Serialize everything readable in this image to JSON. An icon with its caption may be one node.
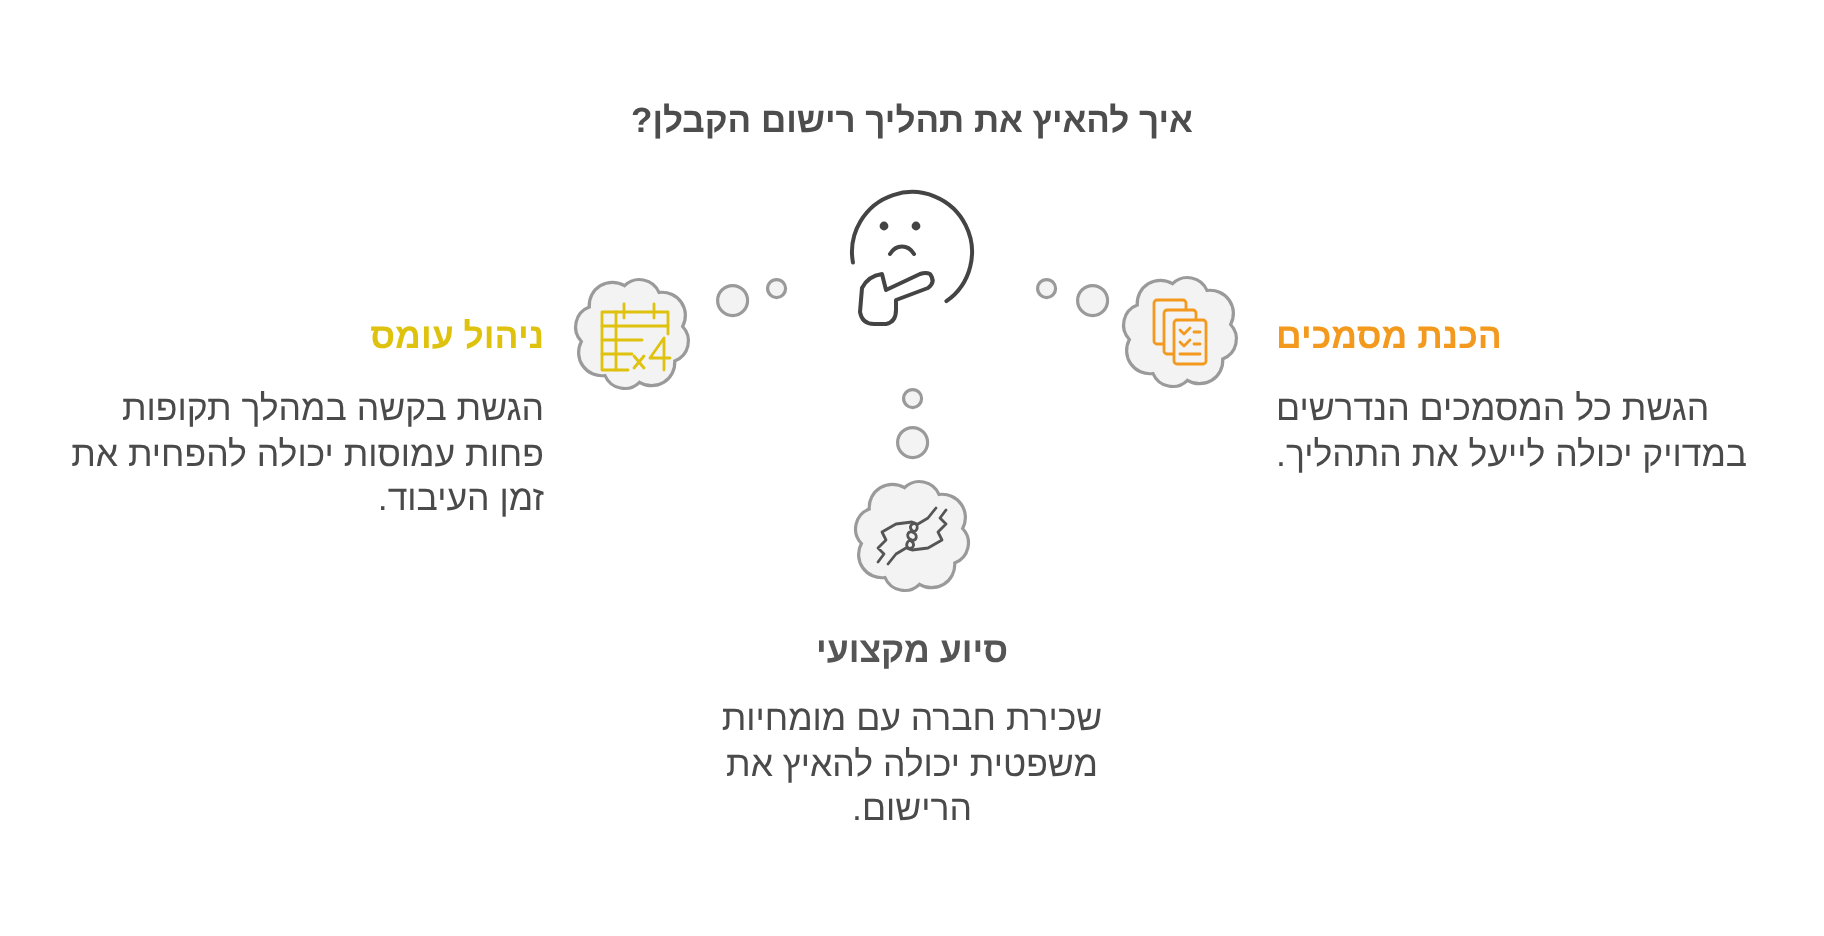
{
  "diagram": {
    "title": "איך להאיץ את תהליך רישום הקבלן?",
    "nodes": [
      {
        "text": [],
        "shape": "cloud",
        "beside": [
          "הכנת מסמכים",
          "הגשת כל המסמכים הנדרשים במדויק יכולה לייעל את התהליך."
        ]
      },
      {
        "text": [],
        "shape": "cloud",
        "beside": [
          "ניהול עומס",
          "הגשת בקשה במהלך תקופות פחות עמוסות יכולה להפחית את זמן העיבוד."
        ]
      },
      {
        "text": [],
        "shape": "cloud",
        "beside": [
          "סיוע מקצועי",
          "שכירת חברה עם מומחיות משפטית יכולה להאיץ את הרישום."
        ]
      }
    ]
  }
}
